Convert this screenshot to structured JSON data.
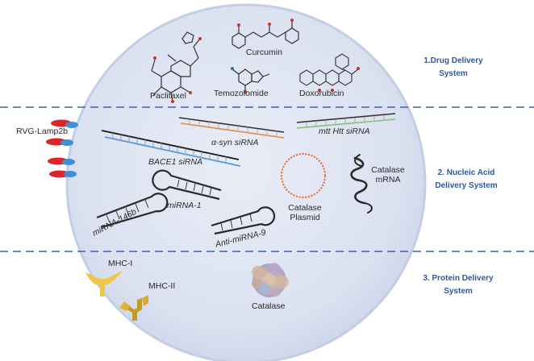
{
  "sections": [
    {
      "line1": "1.Drug Delivery",
      "line2": "System"
    },
    {
      "line1": "2. Nucleic Acid",
      "line2": "Delivery System"
    },
    {
      "line1": "3. Protein Delivery",
      "line2": "System"
    }
  ],
  "drugs": {
    "paclitaxel": "Paclitaxel",
    "curcumin": "Curcumin",
    "temozolomide": "Temozolomide",
    "doxorubicin": "Doxorubicin"
  },
  "nucleic": {
    "rvg": "RVG-Lamp2b",
    "bace1": "BACE1 siRNA",
    "asyn": "α-syn  siRNA",
    "mtt": "mtt Htt  siRNA",
    "mir1": "miRNA-1",
    "mir146b": "miRNA-146b",
    "anti9": "Anti-miRNA-9",
    "plasmid_l1": "Catalase",
    "plasmid_l2": "Plasmid",
    "mrna_l1": "Catalase",
    "mrna_l2": "mRNA"
  },
  "protein": {
    "mhc1": "MHC-I",
    "mhc2": "MHC-II",
    "catalase": "Catalase"
  },
  "colors": {
    "vesicle_fill": "#dfe5f2",
    "vesicle_edge": "#c3cde3",
    "dash": "#3a63b0",
    "section_text": "#2a5a9a",
    "rvg_red": "#d9262b",
    "rvg_blue": "#3d8fd8",
    "mhc_yellow": "#eec74a",
    "mhc_orange": "#c99a22",
    "plasmid": "#e4703e"
  }
}
